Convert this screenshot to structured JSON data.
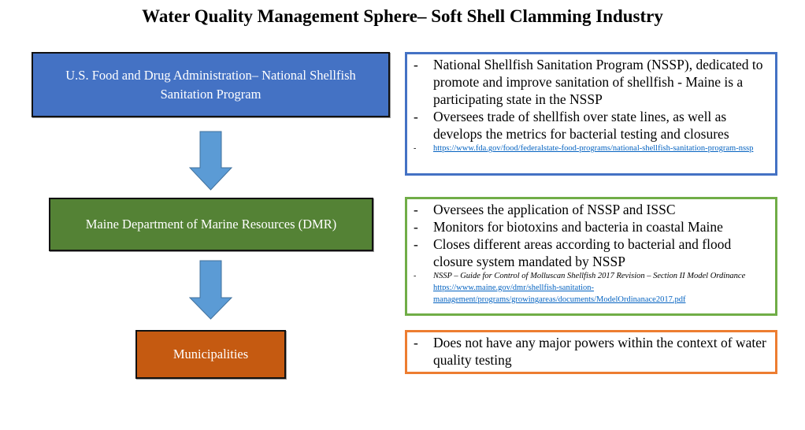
{
  "title": "Water Quality Management Sphere– Soft Shell Clamming Industry",
  "colors": {
    "fda_fill": "#4472c4",
    "dmr_fill": "#548235",
    "municipalities_fill": "#c55a11",
    "arrow_fill": "#5b9bd5",
    "fda_info_border": "#4472c4",
    "dmr_info_border": "#70ad47",
    "municipalities_info_border": "#ed7d31",
    "link": "#0563c1"
  },
  "hierarchy": [
    {
      "label": "U.S. Food and Drug Administration– National Shellfish Sanitation Program",
      "info": {
        "bullets": [
          "National Shellfish Sanitation Program (NSSP), dedicated to promote and improve sanitation of shellfish - Maine is a participating state in the NSSP",
          "Oversees trade of shellfish over state lines, as well as develops the metrics for bacterial testing and closures"
        ],
        "source_link": "https://www.fda.gov/food/federalstate-food-programs/national-shellfish-sanitation-program-nssp"
      }
    },
    {
      "label": "Maine Department of Marine Resources (DMR)",
      "info": {
        "bullets": [
          "Oversees the application of NSSP and ISSC",
          "Monitors for biotoxins and bacteria in coastal Maine",
          "Closes different areas according to bacterial and flood closure system mandated by NSSP"
        ],
        "source_citation": "NSSP – Guide for Control of Molluscan Shellfish 2017 Revision – Section II Model Ordinance",
        "source_link": "https://www.maine.gov/dmr/shellfish-sanitation-management/programs/growingareas/documents/ModelOrdinanace2017.pdf"
      }
    },
    {
      "label": "Municipalities",
      "info": {
        "bullets": [
          "Does not have any major powers within the context of water quality testing"
        ]
      }
    }
  ],
  "bullet_marker": "-"
}
